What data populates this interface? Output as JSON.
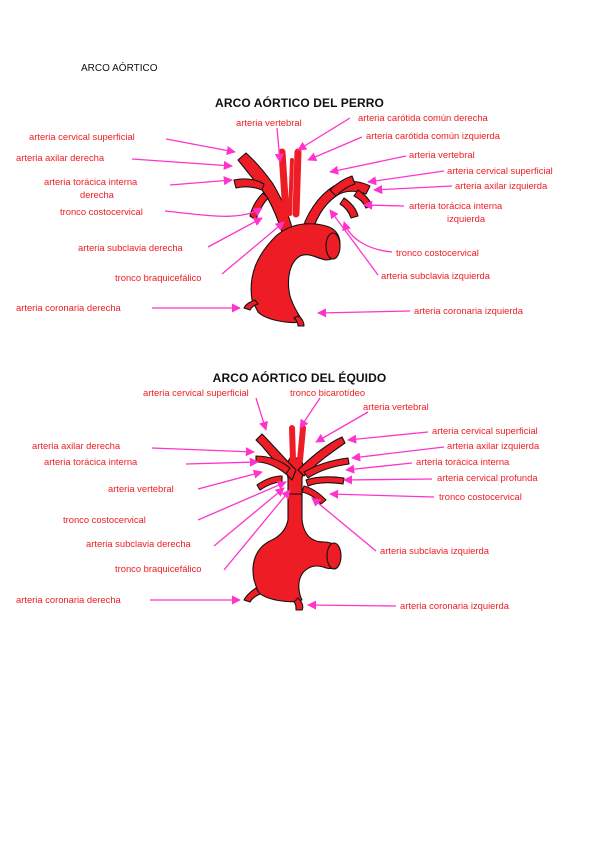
{
  "page": {
    "heading": "ARCO AÓRTICO"
  },
  "colors": {
    "label": "#ee1c24",
    "arrow": "#ff33cc",
    "vessel": "#ee1c24",
    "outline": "#111111"
  },
  "dog": {
    "title": "ARCO AÓRTICO DEL PERRO",
    "labels": {
      "cervical_sup_right": "arteria cervical superficial",
      "axilar_right": "arteria axilar derecha",
      "toracica_right_1": "arteria torácica interna",
      "toracica_right_2": "derecha",
      "costocervical_right": "tronco costocervical",
      "subclavia_right": "arteria subclavia derecha",
      "braquiocefalico": "tronco braquicefálico",
      "coronaria_right": "arteria coronaria derecha",
      "vertebral_top": "arteria vertebral",
      "carotida_right": "arteria carótida común derecha",
      "carotida_left": "arteria carótida común izquierda",
      "vertebral_left": "arteria vertebral",
      "cervical_sup_left": "arteria cervical superficial",
      "axilar_left": "arteria axilar izquierda",
      "toracica_left_1": "arteria torácica interna",
      "toracica_left_2": "izquierda",
      "costocervical_left": "tronco costocervical",
      "subclavia_left": "arteria subclavia izquierda",
      "coronaria_left": "arteria coronaria izquierda"
    }
  },
  "horse": {
    "title": "ARCO AÓRTICO DEL ÉQUIDO",
    "labels": {
      "cervical_sup_top": "arteria cervical superficial",
      "bicarotideo": "tronco bicarotídeo",
      "vertebral_top": "arteria vertebral",
      "axilar_right": "arteria axilar derecha",
      "toracica_right": "arteria torácica interna",
      "vertebral_right": "arteria vertebral",
      "costocervical_right": "tronco costocervical",
      "subclavia_right": "arteria subclavia derecha",
      "braquiocefalico": "tronco braquicefálico",
      "coronaria_right": "arteria coronaria derecha",
      "cervical_sup_left": "arteria cervical superficial",
      "axilar_left": "arteria axilar izquierda",
      "toracica_left": "arteria torácica interna",
      "cervical_profunda": "arteria cervical profunda",
      "costocervical_left": "tronco costocervical",
      "subclavia_left": "arteria subclavia izquierda",
      "coronaria_left": "arteria coronaria izquierda"
    }
  }
}
